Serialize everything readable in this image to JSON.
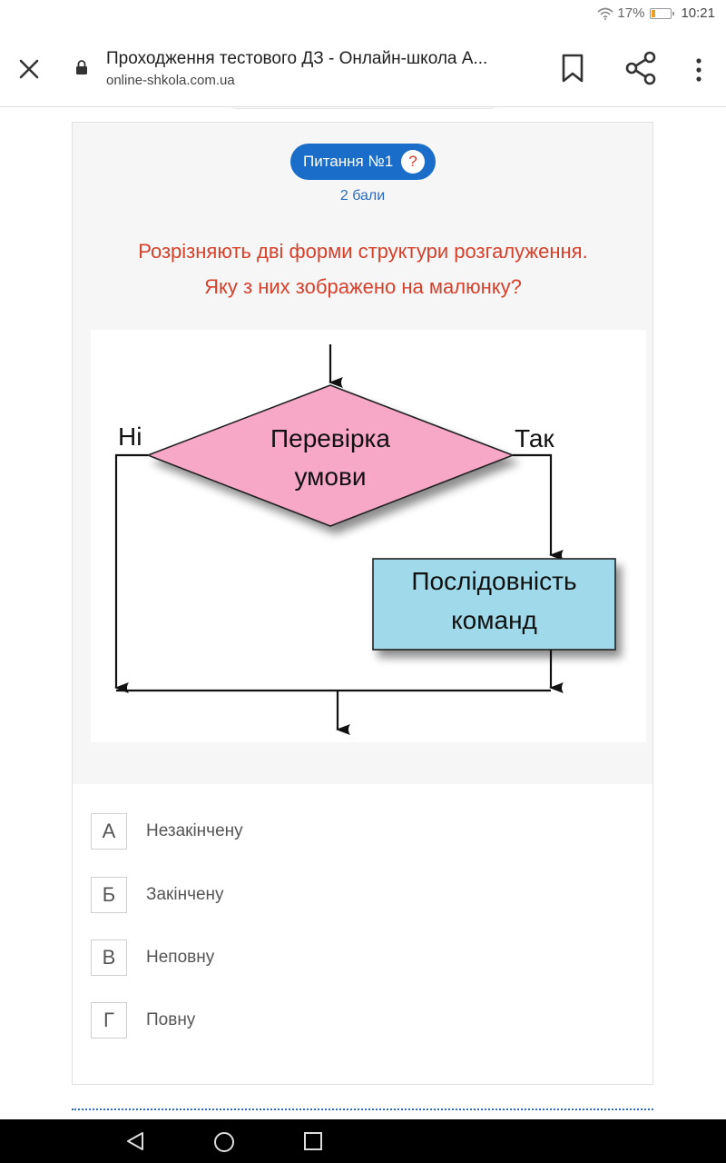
{
  "status_bar": {
    "battery": "17%",
    "battery_level": 0.17,
    "time": "10:21"
  },
  "browser": {
    "title": "Проходження тестового ДЗ - Онлайн-школа А...",
    "url": "online-shkola.com.ua"
  },
  "question": {
    "badge": "Питання №1",
    "help": "?",
    "points": "2 бали",
    "text_line1": "Розрізняють дві форми структури розгалуження.",
    "text_line2": "Яку з них зображено на малюнку?"
  },
  "figure": {
    "no_label": "Ні",
    "yes_label": "Так",
    "decision_line1": "Перевірка",
    "decision_line2": "умови",
    "process_line1": "Послідовність",
    "process_line2": "команд",
    "decision_color": "#f7a8c6",
    "process_color": "#9fd9ea"
  },
  "options": [
    {
      "key": "А",
      "text": "Незакінчену"
    },
    {
      "key": "Б",
      "text": "Закінчену"
    },
    {
      "key": "В",
      "text": "Неповну"
    },
    {
      "key": "Г",
      "text": "Повну"
    }
  ],
  "colors": {
    "accent": "#1a6dc8",
    "question_text": "#d6412c",
    "points": "#2a6bbf"
  }
}
